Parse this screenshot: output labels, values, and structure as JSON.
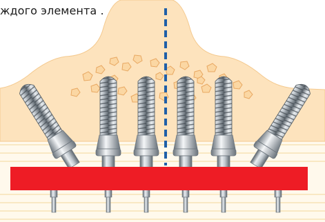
{
  "caption": "ждого элемента .",
  "colors": {
    "bone": "#fde3bd",
    "bone_edge": "#f4c98e",
    "chip_fill": "#fbd7a3",
    "chip_edge": "#e8a862",
    "gum_stripe": "#f7e3b5",
    "bar": "#ee1c25",
    "axis_line": "#1f5fa8",
    "implant_light": "#e9edf0",
    "implant_mid": "#a9b1b8",
    "implant_dark": "#5d666e"
  },
  "icons": {
    "implants": "dental-implant-icon",
    "axis": "dashed-vertical-line",
    "bar": "red-bar"
  },
  "implant_count": 6
}
